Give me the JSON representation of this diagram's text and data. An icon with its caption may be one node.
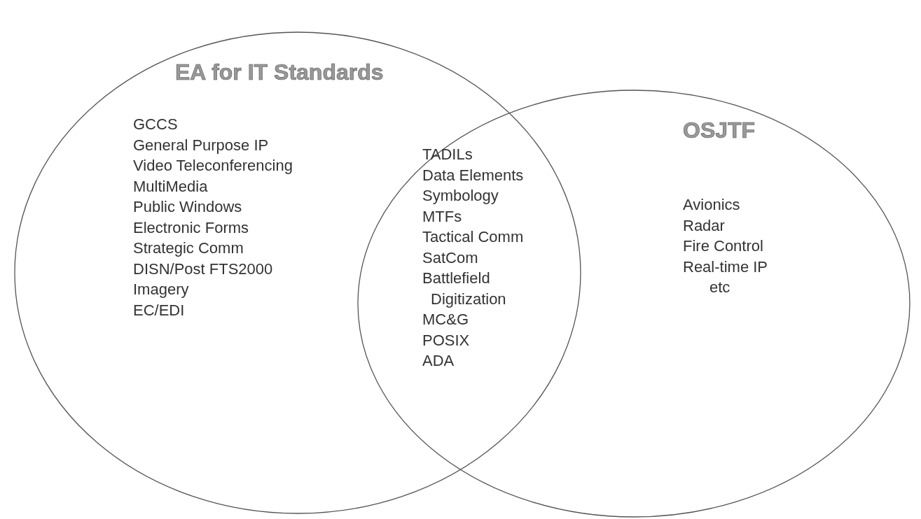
{
  "diagram": {
    "nodes": [
      {
        "text": [
          "EA for IT Standards",
          "GCCS",
          "General Purpose IP",
          "Video Teleconferencing",
          "MultiMedia",
          "Public Windows",
          "Electronic Forms",
          "Strategic Comm",
          "DISN/Post FTS2000",
          "Imagery",
          "EC/EDI"
        ]
      },
      {
        "text": [
          "OSJTF",
          "Avionics",
          "Radar",
          "Fire Control",
          "Real-time IP",
          "etc"
        ]
      },
      {
        "text": [
          "TADILs",
          "Data Elements",
          "Symbology",
          "MTFs",
          "Tactical Comm",
          "SatCom",
          "Battlefield Digitization",
          "MC&G",
          "POSIX",
          "ADA"
        ]
      }
    ],
    "edges": []
  }
}
